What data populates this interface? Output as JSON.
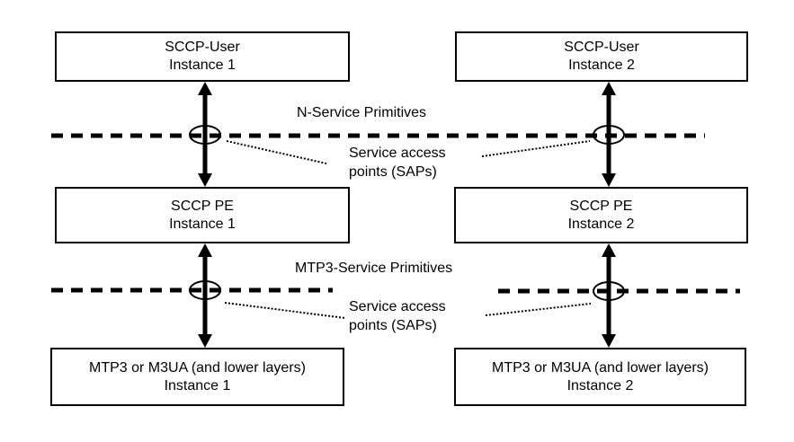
{
  "boxes": {
    "sccp_user_1": {
      "line1": "SCCP-User",
      "line2": "Instance 1"
    },
    "sccp_user_2": {
      "line1": "SCCP-User",
      "line2": "Instance 2"
    },
    "sccp_pe_1": {
      "line1": "SCCP PE",
      "line2": "Instance 1"
    },
    "sccp_pe_2": {
      "line1": "SCCP PE",
      "line2": "Instance 2"
    },
    "mtp3_1": {
      "line1": "MTP3 or M3UA (and lower layers)",
      "line2": "Instance 1"
    },
    "mtp3_2": {
      "line1": "MTP3 or M3UA (and lower layers)",
      "line2": "Instance 2"
    }
  },
  "labels": {
    "n_service_primitives": "N-Service Primitives",
    "mtp3_service_primitives": "MTP3-Service Primitives",
    "sap_line1": "Service access",
    "sap_line2": "points (SAPs)"
  },
  "colors": {
    "line": "#000000",
    "background": "#ffffff"
  }
}
